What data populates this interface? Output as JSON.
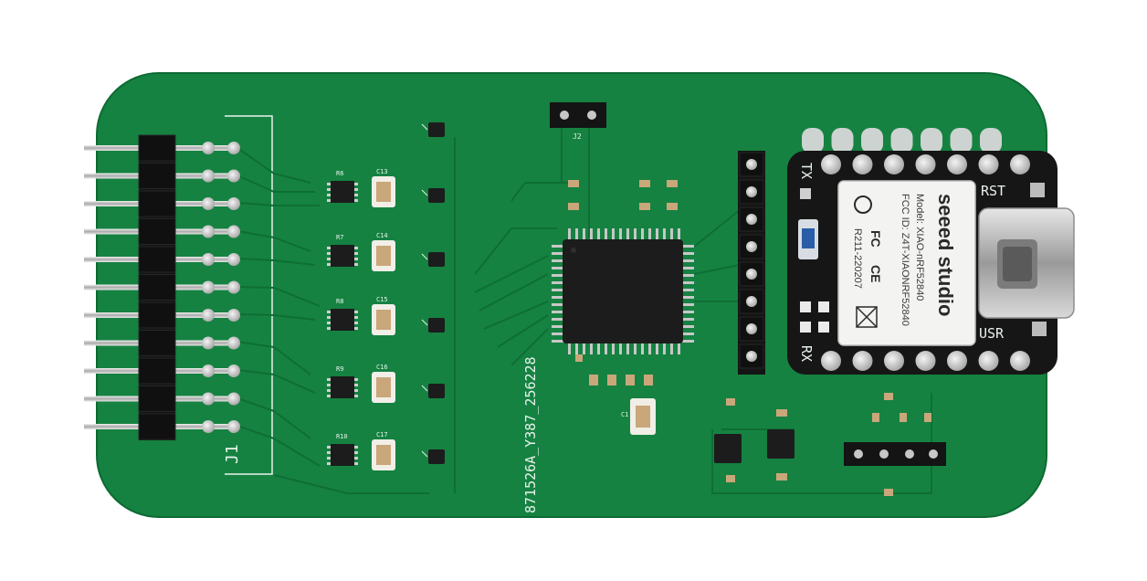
{
  "board": {
    "serial": "871526A_Y387_256228",
    "connector_label": "J1",
    "jumper_label": "J2"
  },
  "module": {
    "brand": "seeed studio",
    "model": "Model: XIAO-nRF52840",
    "fcc": "FCC ID: Z4T-XIAONRF52840",
    "rf_id": "R211-220207",
    "tx": "TX",
    "rx": "RX",
    "rst": "RST",
    "usr": "USR"
  },
  "components": {
    "resistors": [
      "R6",
      "R7",
      "R8",
      "R9",
      "R10"
    ],
    "capacitors": [
      "C13",
      "C14",
      "C15",
      "C16",
      "C17"
    ],
    "crystal": "C1"
  },
  "colors": {
    "pcb": "#158241",
    "chip": "#1c1c1c",
    "header": "#141414",
    "silkscreen": "#e9f2ec"
  }
}
